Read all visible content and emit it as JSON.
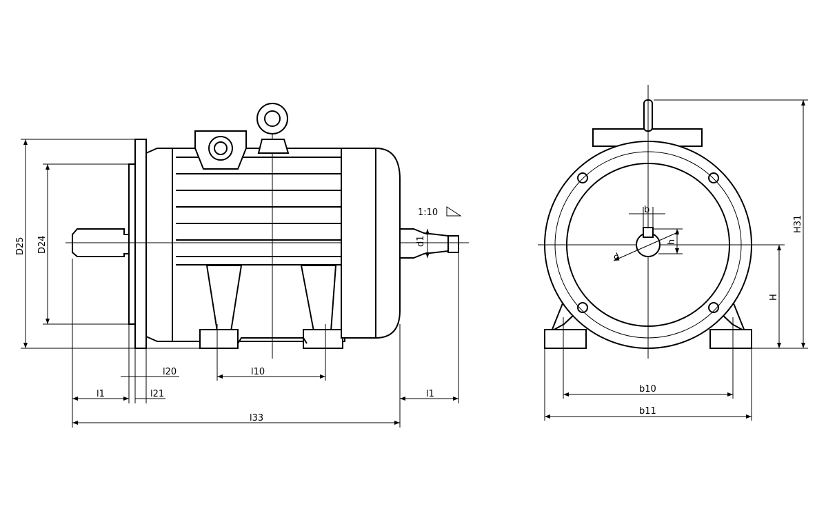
{
  "side_view": {
    "dims": {
      "D25": "D25",
      "D24": "D24",
      "l1_left": "l1",
      "l20": "l20",
      "l21": "l21",
      "l10": "l10",
      "l33": "l33",
      "l1_right": "l1",
      "taper": "1:10",
      "d1": "d1"
    }
  },
  "front_view": {
    "dims": {
      "b": "b",
      "h": "h",
      "d": "d",
      "H": "H",
      "H31": "H31",
      "b10": "b10",
      "b11": "b11"
    }
  }
}
